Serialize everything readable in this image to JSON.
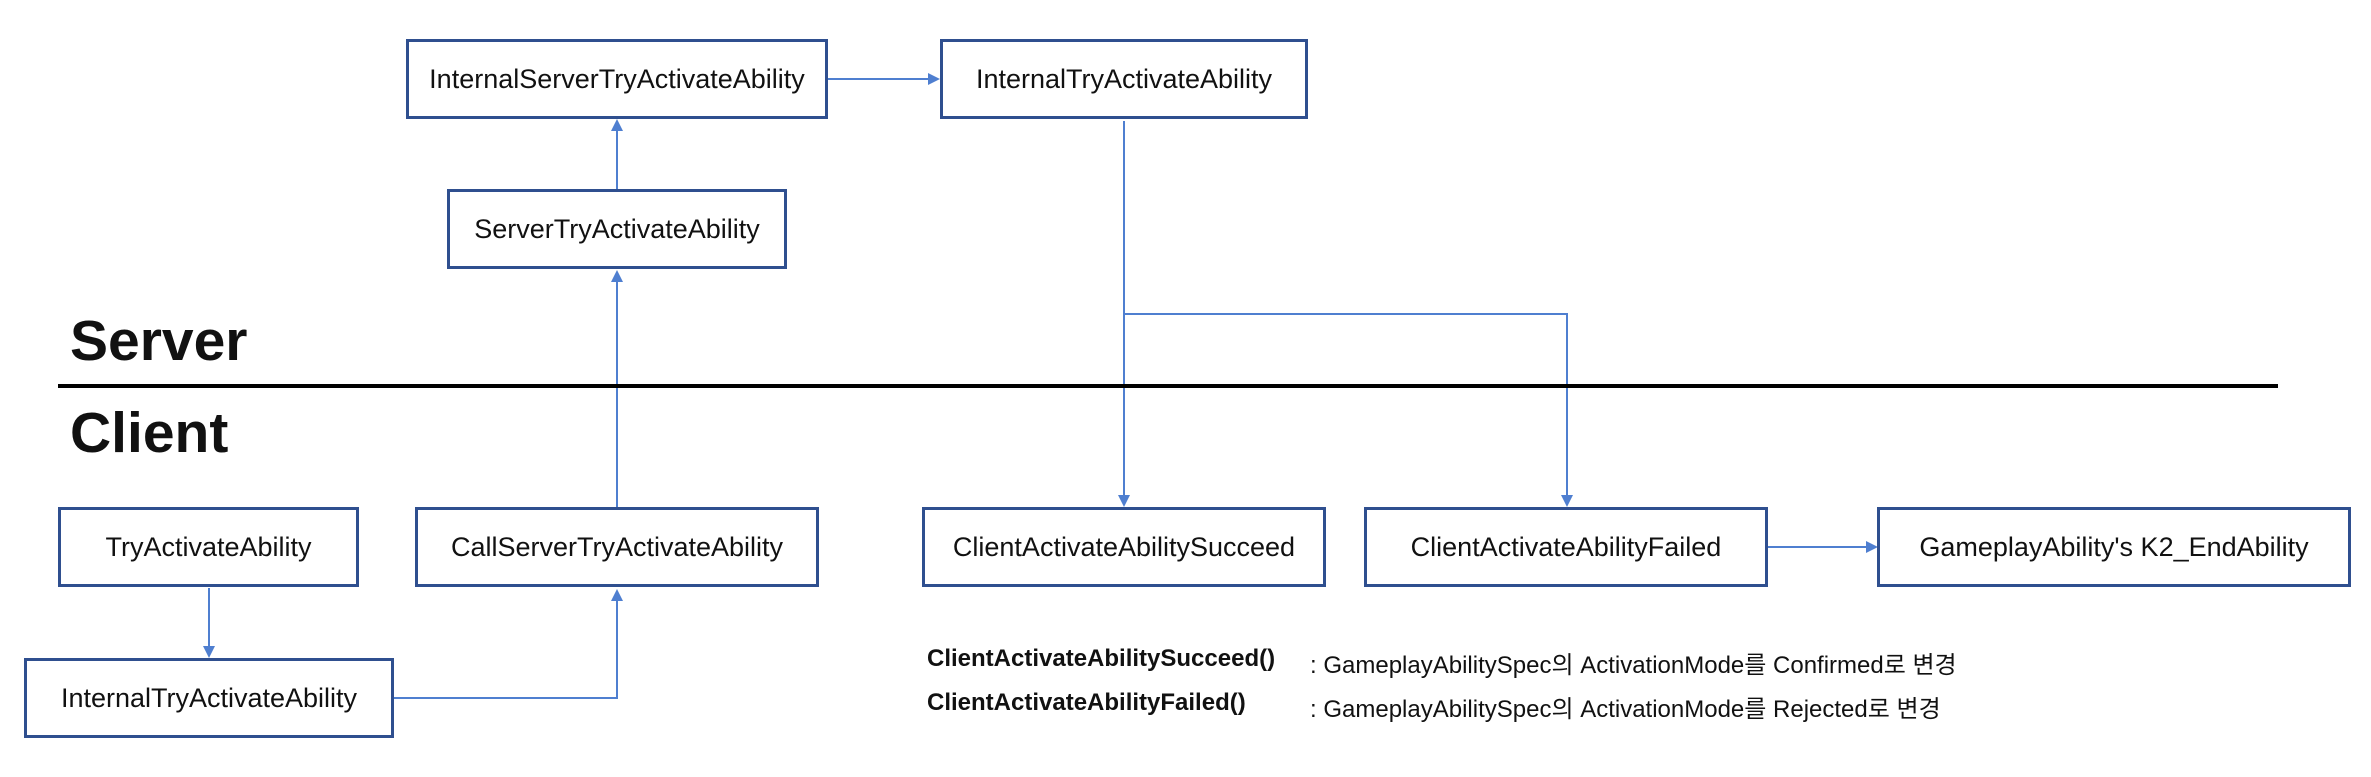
{
  "labels": {
    "server": "Server",
    "client": "Client"
  },
  "boxes": {
    "internal_server_try_activate": "InternalServerTryActivateAbility",
    "internal_try_activate_top": "InternalTryActivateAbility",
    "server_try_activate": "ServerTryActivateAbility",
    "try_activate": "TryActivateAbility",
    "call_server_try_activate": "CallServerTryActivateAbility",
    "internal_try_activate_bottom": "InternalTryActivateAbility",
    "client_succeed": "ClientActivateAbilitySucceed",
    "client_failed": "ClientActivateAbilityFailed",
    "end_ability": "GameplayAbility's K2_EndAbility"
  },
  "notes": [
    {
      "key": "ClientActivateAbilitySucceed()",
      "desc": ": GameplayAbilitySpec의 ActivationMode를 Confirmed로 변경"
    },
    {
      "key": "ClientActivateAbilityFailed()",
      "desc": ": GameplayAbilitySpec의 ActivationMode를 Rejected로 변경"
    }
  ],
  "colors": {
    "box_border": "#2f4f8f",
    "connector": "#4f7fd0",
    "divider": "#000000"
  }
}
